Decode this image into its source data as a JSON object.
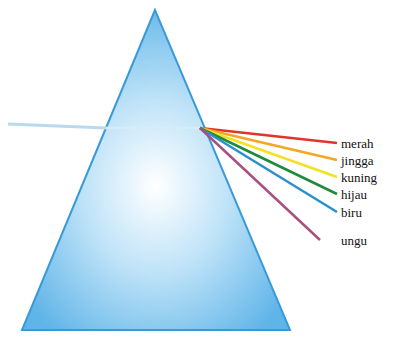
{
  "diagram": {
    "labels": [
      "merah",
      "jingga",
      "kuning",
      "hijau",
      "biru",
      "ungu"
    ]
  }
}
